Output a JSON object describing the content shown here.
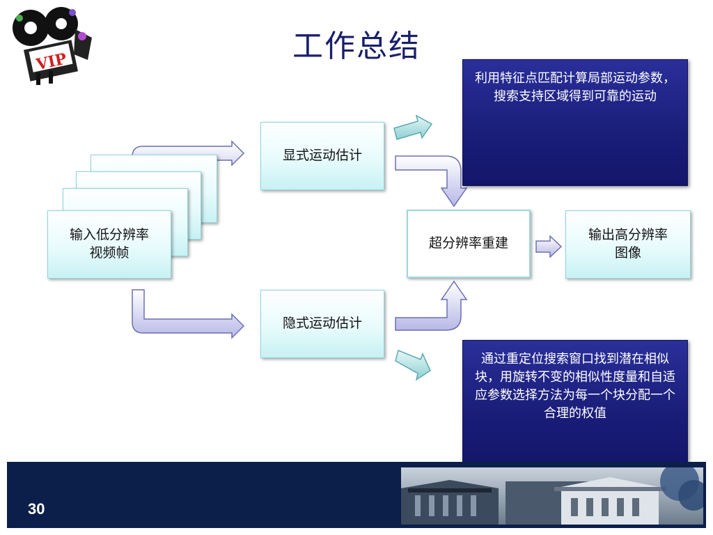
{
  "title": "工作总结",
  "nodes": {
    "input": "输入低分辨率\n视频帧",
    "explicit": "显式运动估计",
    "implicit": "隐式运动估计",
    "reconstruct": "超分辨率重建",
    "output": "输出高分辨率\n图像"
  },
  "notes": {
    "top": "利用特征点匹配计算局部运动参数，搜索支持区域得到可靠的运动",
    "bottom": "通过重定位搜索窗口找到潜在相似块，用旋转不变的相似性度量和自适应参数选择方法为每一个块分配一个合理的权值"
  },
  "logo": {
    "text": "VIP"
  },
  "footer": {
    "page_number": "30"
  },
  "colors": {
    "title": "#1a1f6b",
    "note_bg": "#1a1d78",
    "footer_bg": "#0b1f4a",
    "node_fill": "#e8fbfc"
  }
}
